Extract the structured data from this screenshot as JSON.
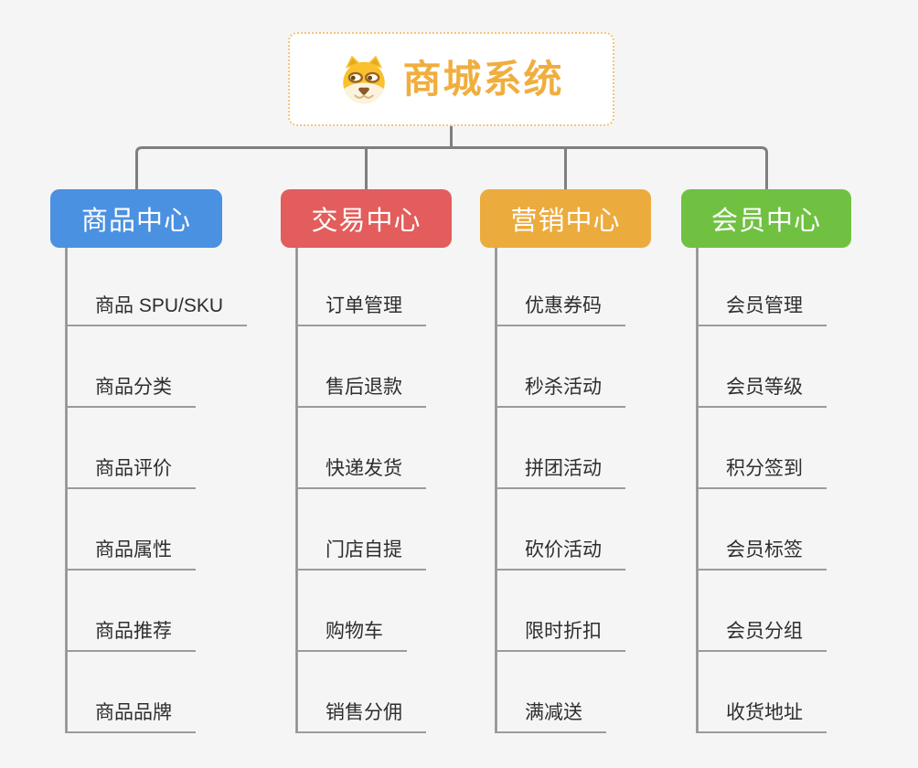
{
  "page": {
    "background_color": "#f5f5f5"
  },
  "root": {
    "title": "商城系统",
    "icon": "doge-icon",
    "border_color": "#f2c47c",
    "title_color": "#f0ae3e",
    "background_color": "#ffffff"
  },
  "branches": [
    {
      "label": "商品中心",
      "color": "#4B91E2",
      "items": [
        "商品 SPU/SKU",
        "商品分类",
        "商品评价",
        "商品属性",
        "商品推荐",
        "商品品牌"
      ]
    },
    {
      "label": "交易中心",
      "color": "#E25D5C",
      "items": [
        "订单管理",
        "售后退款",
        "快递发货",
        "门店自提",
        "购物车",
        "销售分佣"
      ]
    },
    {
      "label": "营销中心",
      "color": "#ECAB3D",
      "items": [
        "优惠券码",
        "秒杀活动",
        "拼团活动",
        "砍价活动",
        "限时折扣",
        "满减送"
      ]
    },
    {
      "label": "会员中心",
      "color": "#70C142",
      "items": [
        "会员管理",
        "会员等级",
        "积分签到",
        "会员标签",
        "会员分组",
        "收货地址"
      ]
    }
  ],
  "connectors": {
    "tree_line_color": "#7f7f7f",
    "trunk_line_color": "#8c8c8c",
    "underline_color": "#9b9b9b"
  }
}
